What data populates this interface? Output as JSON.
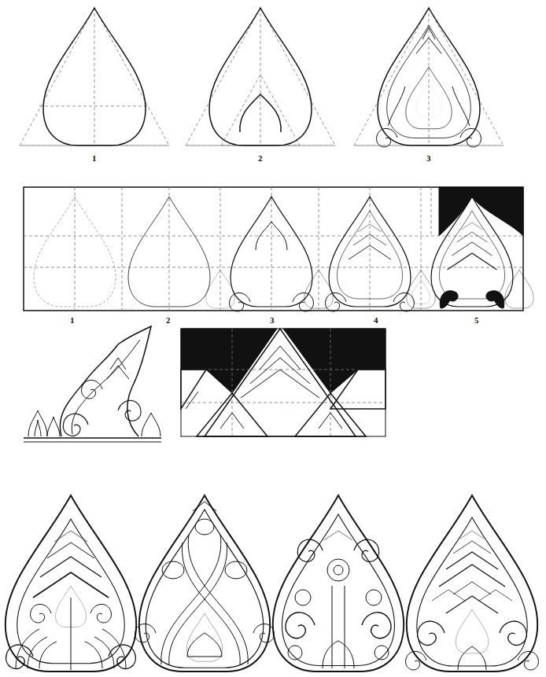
{
  "diagram": {
    "labels": [
      "1",
      "2",
      "3",
      "1",
      "2",
      "3",
      "4",
      "5"
    ]
  }
}
